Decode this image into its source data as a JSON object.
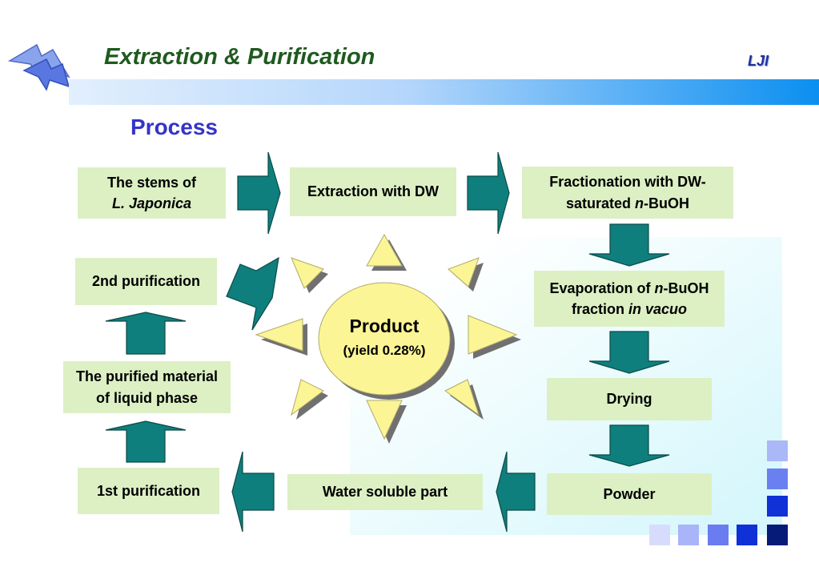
{
  "slide": {
    "title": "Extraction & Purification",
    "author": "LJI",
    "subtitle": "Process"
  },
  "diagram": {
    "center": {
      "label": "Product",
      "yield": "(yield 0.28%)"
    },
    "steps": {
      "stems": {
        "line1": "The stems of",
        "line2": "L. Japonica"
      },
      "extraction": {
        "line1": "Extraction with DW"
      },
      "fractionation": {
        "line1": "Fractionation with DW-",
        "line2_pre": "saturated ",
        "line2_italic": "n",
        "line2_post": "-BuOH"
      },
      "evaporation": {
        "line1_pre": "Evaporation of ",
        "line1_italic": "n",
        "line1_post": "-BuOH",
        "line2_pre": "fraction ",
        "line2_italic": "in vacuo"
      },
      "drying": {
        "line1": "Drying"
      },
      "powder": {
        "line1": "Powder"
      },
      "water_soluble": {
        "line1": "Water soluble part"
      },
      "first_purification": {
        "line1": "1st purification"
      },
      "purified_material": {
        "line1": "The purified material",
        "line2": "of liquid phase"
      },
      "second_purification": {
        "line1": "2nd purification"
      }
    },
    "colors": {
      "box_fill": "#dcf0c4",
      "arrow_fill": "#0f7f7d",
      "sun_fill": "#fcf596",
      "title": "#1f5a1f",
      "subtitle": "#3434c8"
    }
  },
  "icons": [
    "lightning-logo-icon",
    "blue-squares-decoration"
  ]
}
